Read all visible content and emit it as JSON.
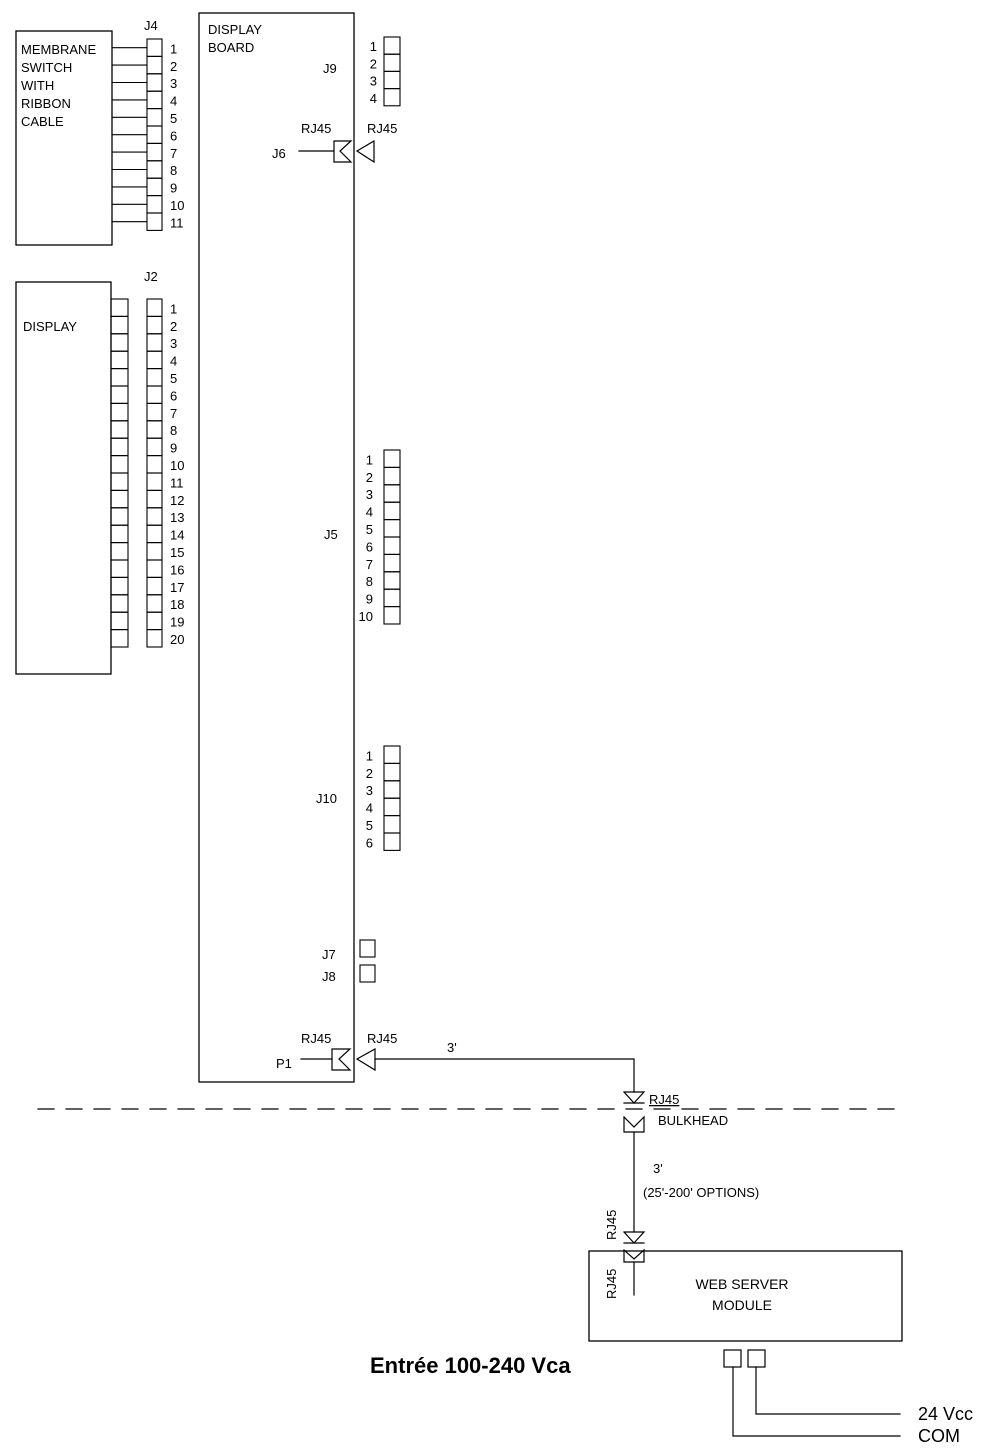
{
  "membrane": {
    "lines": [
      "MEMBRANE",
      "SWITCH",
      "WITH",
      "RIBBON",
      "CABLE"
    ]
  },
  "display_board": {
    "lines": [
      "DISPLAY",
      "BOARD"
    ]
  },
  "display": {
    "label": "DISPLAY"
  },
  "connectors": {
    "j4": "J4",
    "j2": "J2",
    "j9": "J9",
    "j6": "J6",
    "j5": "J5",
    "j10": "J10",
    "j7": "J7",
    "j8": "J8",
    "p1": "P1"
  },
  "pins": {
    "j4": [
      "1",
      "2",
      "3",
      "4",
      "5",
      "6",
      "7",
      "8",
      "9",
      "10",
      "11"
    ],
    "j2": [
      "1",
      "2",
      "3",
      "4",
      "5",
      "6",
      "7",
      "8",
      "9",
      "10",
      "11",
      "12",
      "13",
      "14",
      "15",
      "16",
      "17",
      "18",
      "19",
      "20"
    ],
    "j9": [
      "1",
      "2",
      "3",
      "4"
    ],
    "j5": [
      "1",
      "2",
      "3",
      "4",
      "5",
      "6",
      "7",
      "8",
      "9",
      "10"
    ],
    "j10": [
      "1",
      "2",
      "3",
      "4",
      "5",
      "6"
    ]
  },
  "labels": {
    "rj45": "RJ45",
    "cable_3ft": "3'",
    "bulkhead": "BULKHEAD",
    "cable_options": "(25'-200' OPTIONS)"
  },
  "web_server": {
    "lines": [
      "WEB SERVER",
      "MODULE"
    ]
  },
  "power": {
    "input": "Entrée 100-240 Vca",
    "v24": "24 Vcc",
    "com": "COM"
  }
}
